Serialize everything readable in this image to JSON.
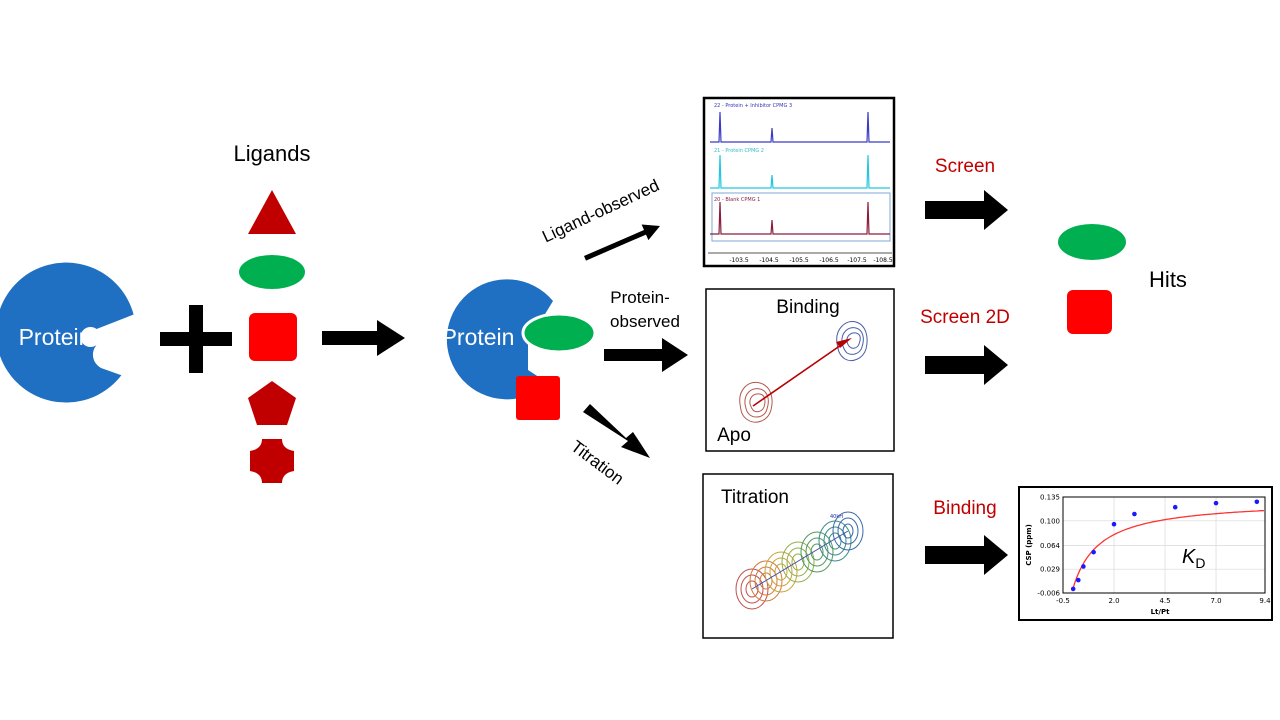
{
  "protein_label": "Protein",
  "ligands_label": "Ligands",
  "bound_protein_label": "Protein",
  "paths": {
    "ligand_observed": "Ligand-observed",
    "protein_observed_line1": "Protein-",
    "protein_observed_line2": "observed",
    "titration": "Titration"
  },
  "outcomes": {
    "screen": "Screen",
    "screen_2d": "Screen 2D",
    "binding": "Binding",
    "hits": "Hits"
  },
  "panel_1d": {
    "trace_top": "22 - Protein + Inhibitor CPMG 3",
    "trace_mid": "21 - Protein CPMG 2",
    "trace_bot": "20 - Blank CPMG 1",
    "ticks": [
      "-103.5",
      "-104.5",
      "-105.5",
      "-106.5",
      "-107.5",
      "-108.5"
    ]
  },
  "panel_2d": {
    "binding_label": "Binding",
    "apo_label": "Apo"
  },
  "panel_titration": {
    "title": "Titration",
    "annotation": "40kH"
  },
  "chart_data": {
    "type": "scatter",
    "title": "",
    "xlabel": "Lt/Pt",
    "ylabel": "CSP (ppm)",
    "xlim": [
      -0.5,
      9.4
    ],
    "ylim": [
      -0.006,
      0.135
    ],
    "x_ticks": [
      "-0.5",
      "2.0",
      "4.5",
      "7.0",
      "9.4"
    ],
    "y_ticks": [
      "-0.006",
      "0.029",
      "0.064",
      "0.100",
      "0.135"
    ],
    "x": [
      0.0,
      0.25,
      0.5,
      1.0,
      2.0,
      3.0,
      5.0,
      7.0,
      9.0
    ],
    "y": [
      0.0,
      0.013,
      0.033,
      0.054,
      0.095,
      0.11,
      0.12,
      0.126,
      0.128
    ],
    "fit": "saturation binding curve",
    "annotation": "K",
    "annotation_subscript": "D",
    "colors": {
      "points": "#1a1aff",
      "fit": "#ff3333"
    }
  },
  "colors": {
    "protein": "#1f6fc2",
    "ligand_dark": "#c00000",
    "green": "#00b050",
    "red": "#ff0000",
    "outcome_text": "#c00000"
  }
}
